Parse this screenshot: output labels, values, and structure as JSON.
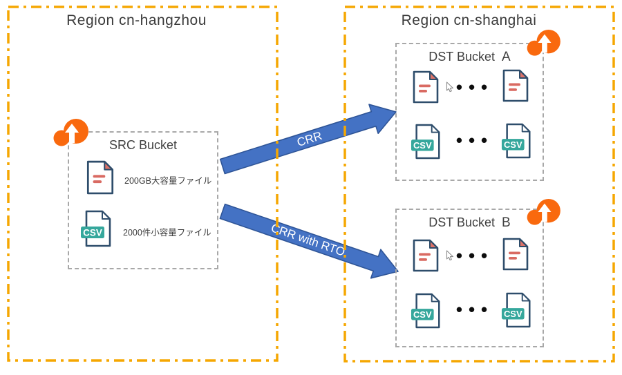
{
  "regions": {
    "hangzhou": {
      "title": "Region cn-hangzhou"
    },
    "shanghai": {
      "title": "Region cn-shanghai"
    }
  },
  "src_bucket": {
    "title": "SRC Bucket",
    "items": [
      {
        "icon": "document-file-icon",
        "label": "200GB大容量ファイル"
      },
      {
        "icon": "csv-file-icon",
        "label": "2000件小容量ファイル"
      }
    ]
  },
  "dst_bucket_a": {
    "title": "DST Bucket",
    "suffix": "A"
  },
  "dst_bucket_b": {
    "title": "DST Bucket",
    "suffix": "B"
  },
  "arrows": {
    "crr": {
      "label": "CRR"
    },
    "crr_rto": {
      "label": "CRR with RTO"
    }
  },
  "file_badges": {
    "csv": "CSV"
  },
  "ellipsis": "•••",
  "colors": {
    "region_border": "#F5A702",
    "bucket_border": "#A8A8A8",
    "arrow_fill": "#4472C4",
    "arrow_stroke": "#2F5597",
    "cloud_orange": "#F9690E",
    "doc_outline": "#2E4D6B",
    "doc_accent": "#DD7369",
    "csv_teal": "#35A79C",
    "title_text": "#3B3B3B"
  }
}
